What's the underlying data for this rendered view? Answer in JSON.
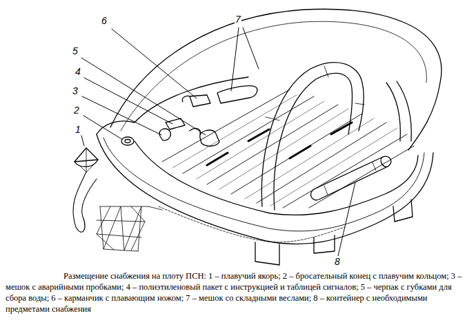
{
  "diagram": {
    "caption": "Размещение снабжения на плоту ПСН: 1 – плавучий якорь; 2 – бросательный конец с плавучим кольцом; 3 – мешок с аварийными пробками; 4 – полиэтиленовый пакет с инструкцией и таблицей сигналов; 5 – черпак с губками для сбора воды; 6 – карманчик с плавающим ножом; 7 – мешок со складными веслами; 8 – контейнер с необходимыми предметами снабжения",
    "labels": [
      "6",
      "7",
      "5",
      "4",
      "3",
      "2",
      "1",
      "8"
    ]
  }
}
